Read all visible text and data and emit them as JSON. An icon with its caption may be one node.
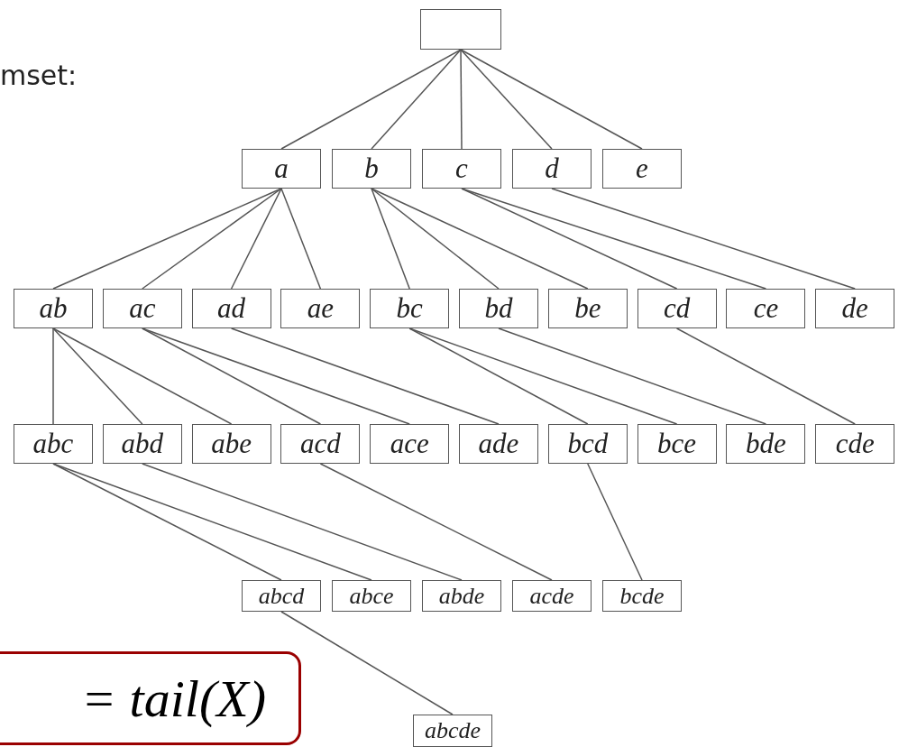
{
  "diagram": {
    "nodes": [
      {
        "text": [],
        "shape": "box"
      },
      {
        "text": [
          "a"
        ]
      },
      {
        "text": [
          "b"
        ]
      },
      {
        "text": [
          "c"
        ]
      },
      {
        "text": [
          "d"
        ]
      },
      {
        "text": [
          "e"
        ]
      },
      {
        "text": [
          "ab"
        ]
      },
      {
        "text": [
          "ac"
        ]
      },
      {
        "text": [
          "ad"
        ]
      },
      {
        "text": [
          "ae"
        ]
      },
      {
        "text": [
          "bc"
        ]
      },
      {
        "text": [
          "bd"
        ]
      },
      {
        "text": [
          "be"
        ]
      },
      {
        "text": [
          "cd"
        ]
      },
      {
        "text": [
          "ce"
        ]
      },
      {
        "text": [
          "de"
        ]
      },
      {
        "text": [
          "abc"
        ]
      },
      {
        "text": [
          "abd"
        ]
      },
      {
        "text": [
          "abe"
        ]
      },
      {
        "text": [
          "acd"
        ]
      },
      {
        "text": [
          "ace"
        ]
      },
      {
        "text": [
          "ade"
        ]
      },
      {
        "text": [
          "bcd"
        ]
      },
      {
        "text": [
          "bce"
        ]
      },
      {
        "text": [
          "bde"
        ]
      },
      {
        "text": [
          "cde"
        ]
      },
      {
        "text": [
          "abcd"
        ]
      },
      {
        "text": [
          "abce"
        ]
      },
      {
        "text": [
          "abde"
        ]
      },
      {
        "text": [
          "acde"
        ]
      },
      {
        "text": [
          "bcde"
        ]
      },
      {
        "text": [
          "abcde"
        ]
      },
      {
        "text": [
          "= tail(X)"
        ]
      }
    ],
    "edges": [
      {
        "from": 0,
        "to": 1,
        "arrow": "none"
      },
      {
        "from": 0,
        "to": 2,
        "arrow": "none"
      },
      {
        "from": 0,
        "to": 3,
        "arrow": "none"
      },
      {
        "from": 0,
        "to": 4,
        "arrow": "none"
      },
      {
        "from": 0,
        "to": 5,
        "arrow": "none"
      },
      {
        "from": 1,
        "to": 6,
        "arrow": "none"
      },
      {
        "from": 1,
        "to": 7,
        "arrow": "none"
      },
      {
        "from": 1,
        "to": 8,
        "arrow": "none"
      },
      {
        "from": 1,
        "to": 9,
        "arrow": "none"
      },
      {
        "from": 2,
        "to": 10,
        "arrow": "none"
      },
      {
        "from": 2,
        "to": 11,
        "arrow": "none"
      },
      {
        "from": 2,
        "to": 12,
        "arrow": "none"
      },
      {
        "from": 3,
        "to": 13,
        "arrow": "none"
      },
      {
        "from": 3,
        "to": 14,
        "arrow": "none"
      },
      {
        "from": 4,
        "to": 15,
        "arrow": "none"
      },
      {
        "from": 6,
        "to": 16,
        "arrow": "none"
      },
      {
        "from": 6,
        "to": 17,
        "arrow": "none"
      },
      {
        "from": 6,
        "to": 18,
        "arrow": "none"
      },
      {
        "from": 7,
        "to": 19,
        "arrow": "none"
      },
      {
        "from": 7,
        "to": 20,
        "arrow": "none"
      },
      {
        "from": 8,
        "to": 21,
        "arrow": "none"
      },
      {
        "from": 10,
        "to": 22,
        "arrow": "none"
      },
      {
        "from": 10,
        "to": 23,
        "arrow": "none"
      },
      {
        "from": 11,
        "to": 24,
        "arrow": "none"
      },
      {
        "from": 13,
        "to": 25,
        "arrow": "none"
      },
      {
        "from": 16,
        "to": 26,
        "arrow": "none"
      },
      {
        "from": 16,
        "to": 27,
        "arrow": "none"
      },
      {
        "from": 17,
        "to": 28,
        "arrow": "none"
      },
      {
        "from": 19,
        "to": 29,
        "arrow": "none"
      },
      {
        "from": 22,
        "to": 30,
        "arrow": "none"
      },
      {
        "from": 26,
        "to": 31,
        "arrow": "none"
      }
    ],
    "labels": [
      "mset:"
    ]
  }
}
